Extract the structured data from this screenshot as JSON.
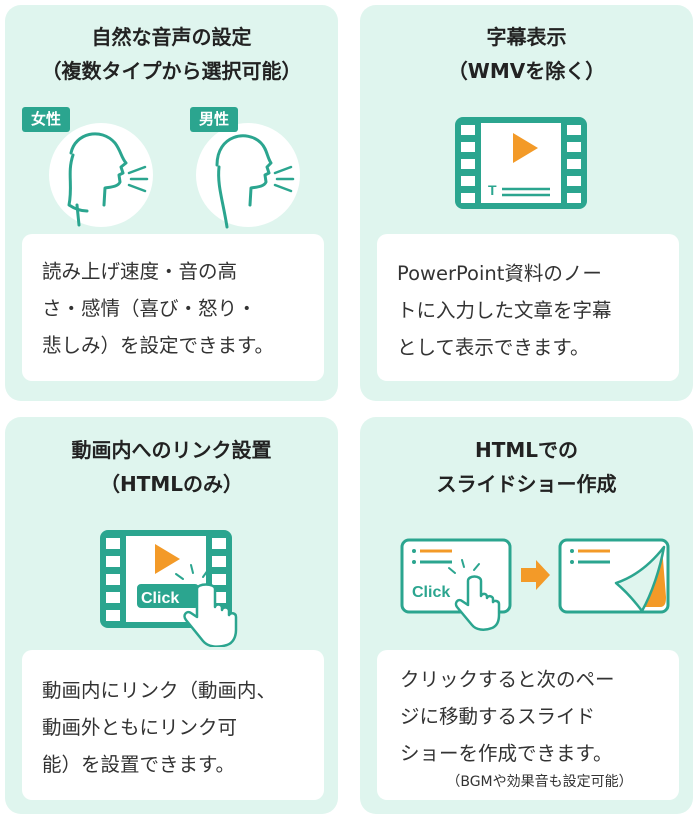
{
  "colors": {
    "card_bg": "#dff5ee",
    "teal": "#2ba58f",
    "orange": "#f39a28"
  },
  "cards": [
    {
      "title_lines": [
        "自然な音声の設定",
        "（複数タイプから選択可能）"
      ],
      "tags": [
        "女性",
        "男性"
      ],
      "desc_lines": [
        "読み上げ速度・音の高",
        "さ・感情（喜び・怒り・",
        "悲しみ）を設定できます。"
      ]
    },
    {
      "title_lines": [
        "字幕表示",
        "（WMVを除く）"
      ],
      "caption_mark": "T",
      "desc_lines": [
        "PowerPoint資料のノー",
        "トに入力した文章を字幕",
        "として表示できます。"
      ]
    },
    {
      "title_lines": [
        "動画内へのリンク設置",
        "（HTMLのみ）"
      ],
      "click_label": "Click",
      "desc_lines": [
        "動画内にリンク（動画内、",
        "動画外ともにリンク可",
        "能）を設置できます。"
      ]
    },
    {
      "title_lines": [
        "HTMLでの",
        "スライドショー作成"
      ],
      "click_label": "Click",
      "desc_lines": [
        "クリックすると次のペー",
        "ジに移動するスライド",
        "ショーを作成できます。"
      ],
      "note": "（BGMや効果音も設定可能）"
    }
  ]
}
